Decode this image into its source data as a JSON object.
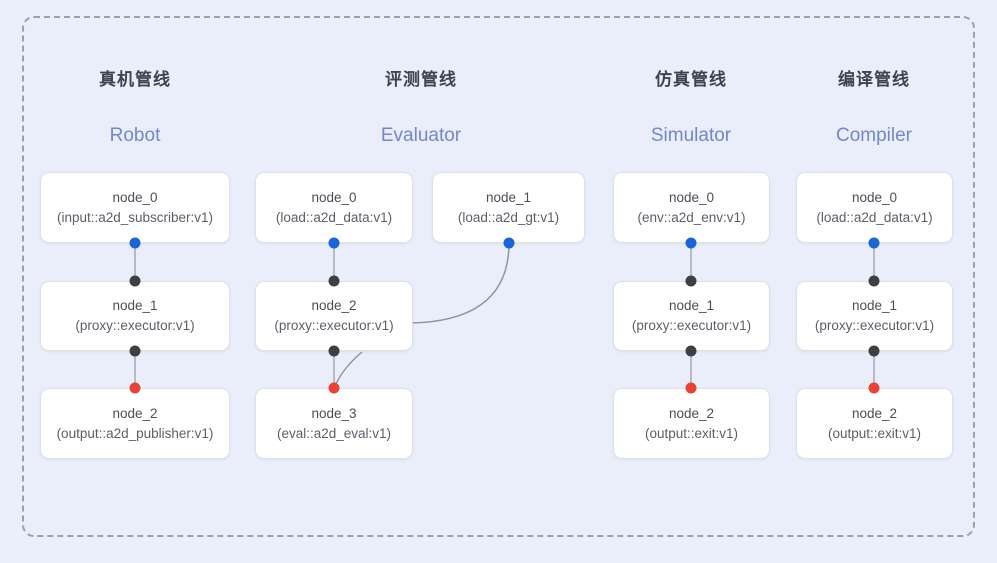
{
  "diagram": {
    "title_cn_columns": [
      "真机管线",
      "评测管线",
      "仿真管线",
      "编译管线"
    ],
    "colors": {
      "background": "#eaeffb",
      "frame_border": "#9aa0b4",
      "node_fill": "#ffffff",
      "node_border": "#dfe1e6",
      "title": "#3f434d",
      "subtitle": "#7487ca",
      "port_input": "#ea4335",
      "port_output": "#1a65d8",
      "port_dark": "#3c4043",
      "edge": "#8a8f9c"
    }
  },
  "columns": [
    {
      "id": "robot",
      "title_cn": "真机管线",
      "title_en": "Robot",
      "nodes": [
        {
          "name": "node_0",
          "type": "(input::a2d_subscriber:v1)"
        },
        {
          "name": "node_1",
          "type": "(proxy::executor:v1)"
        },
        {
          "name": "node_2",
          "type": "(output::a2d_publisher:v1)"
        }
      ]
    },
    {
      "id": "evaluator",
      "title_cn": "评测管线",
      "title_en": "Evaluator",
      "nodes": [
        {
          "name": "node_0",
          "type": "(load::a2d_data:v1)"
        },
        {
          "name": "node_1",
          "type": "(load::a2d_gt:v1)"
        },
        {
          "name": "node_2",
          "type": "(proxy::executor:v1)"
        },
        {
          "name": "node_3",
          "type": "(eval::a2d_eval:v1)"
        }
      ]
    },
    {
      "id": "simulator",
      "title_cn": "仿真管线",
      "title_en": "Simulator",
      "nodes": [
        {
          "name": "node_0",
          "type": "(env::a2d_env:v1)"
        },
        {
          "name": "node_1",
          "type": "(proxy::executor:v1)"
        },
        {
          "name": "node_2",
          "type": "(output::exit:v1)"
        }
      ]
    },
    {
      "id": "compiler",
      "title_cn": "编译管线",
      "title_en": "Compiler",
      "nodes": [
        {
          "name": "node_0",
          "type": "(load::a2d_data:v1)"
        },
        {
          "name": "node_1",
          "type": "(proxy::executor:v1)"
        },
        {
          "name": "node_2",
          "type": "(output::exit:v1)"
        }
      ]
    }
  ]
}
